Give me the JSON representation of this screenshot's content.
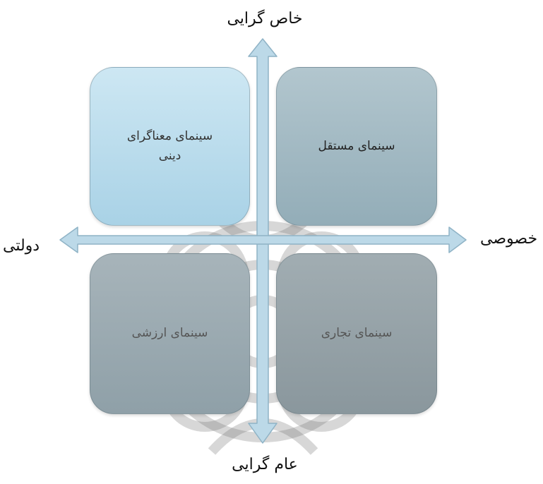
{
  "axes": {
    "top": "خاص گرایی",
    "bottom": "عام گرایی",
    "left": "دولتی",
    "right": "خصوصی"
  },
  "quadrants": {
    "top_left": "سینمای معناگرای\nدینی",
    "top_right": "سینمای مستقل",
    "bottom_left": "سینمای ارزشی",
    "bottom_right": "سینمای تجاری"
  },
  "colors": {
    "axis_arrow": "#b9d7e6",
    "watermark": "#6f6f6f"
  }
}
